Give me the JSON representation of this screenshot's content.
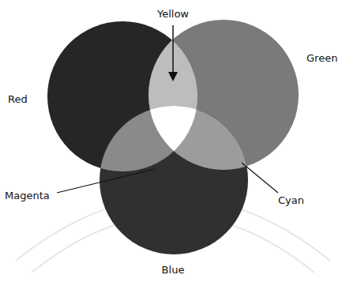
{
  "diagram": {
    "labels": [
      "Yellow",
      "Red",
      "Green",
      "Magenta",
      "Cyan",
      "Blue"
    ]
  }
}
